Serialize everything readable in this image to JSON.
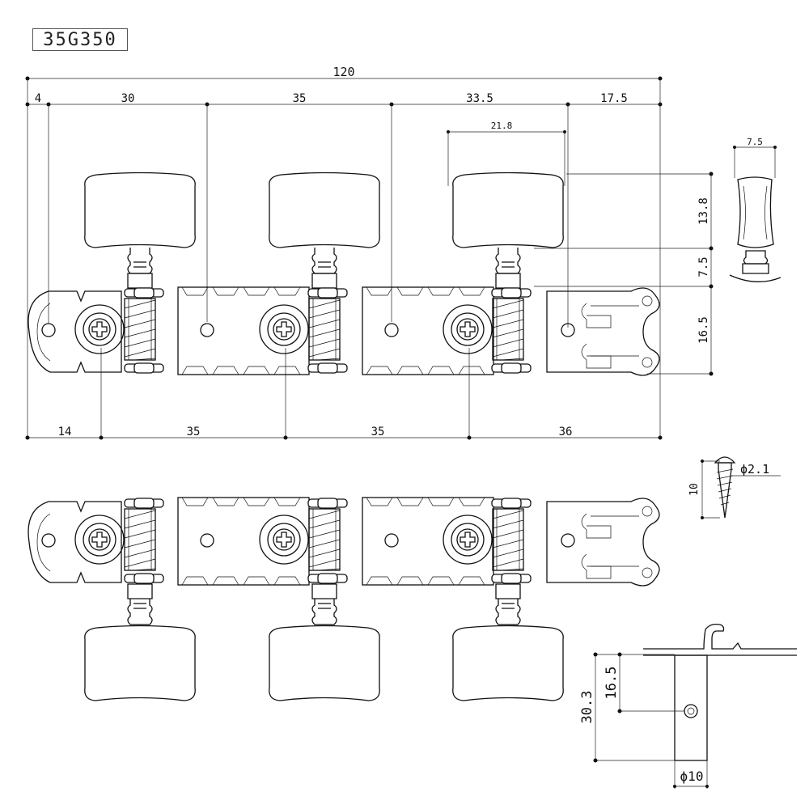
{
  "model": "35G350",
  "top_dims": {
    "total": "120",
    "seg1": "4",
    "seg2": "30",
    "seg3": "35",
    "seg4": "33.5",
    "seg5": "17.5",
    "knob_width": "21.8"
  },
  "bottom_dims": {
    "seg1": "14",
    "seg2": "35",
    "seg3": "35",
    "seg4": "36"
  },
  "vertical_dims": {
    "knob_height": "13.8",
    "shaft_height": "7.5",
    "plate_height": "16.5"
  },
  "side_view": {
    "knob_thickness": "7.5"
  },
  "screw": {
    "diameter": "ϕ2.1",
    "length": "10"
  },
  "roller": {
    "total_height": "30.3",
    "hole_height": "16.5",
    "diameter": "ϕ10"
  }
}
